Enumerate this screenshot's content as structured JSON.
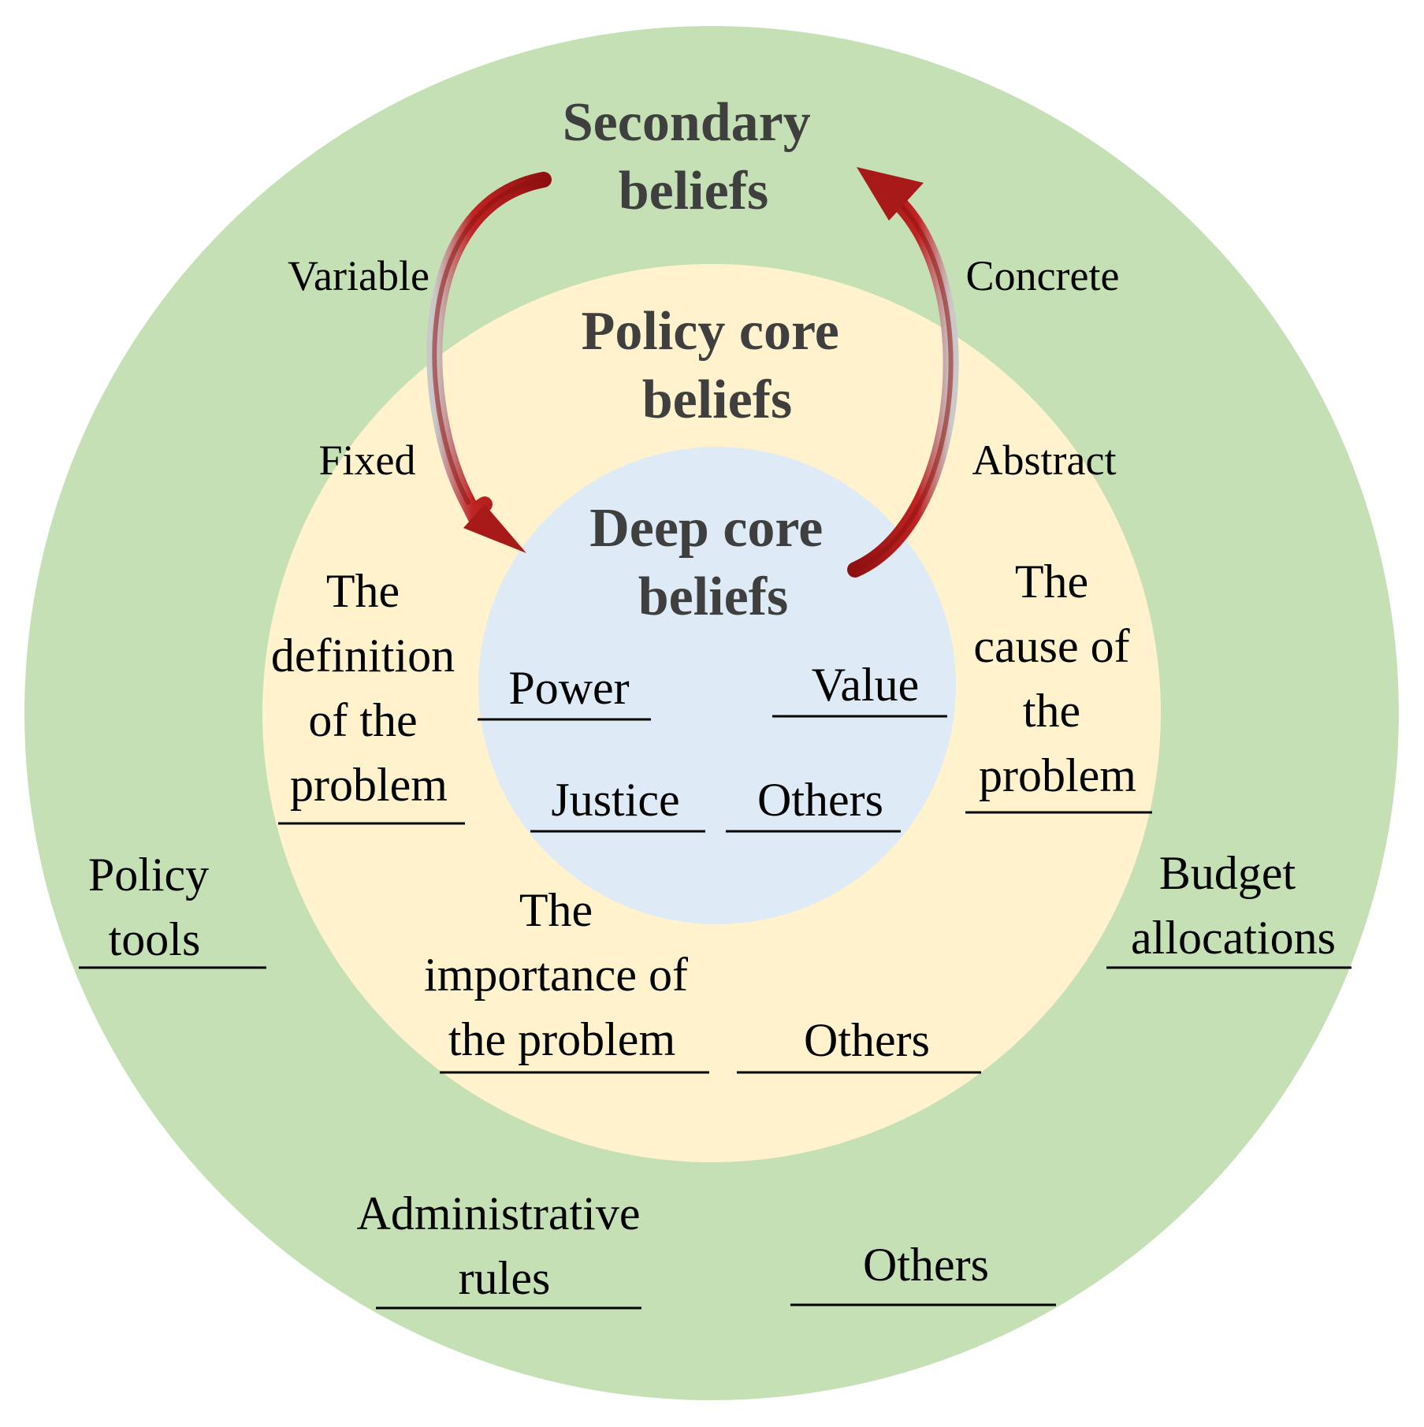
{
  "colors": {
    "outer_ring": "#c5e0b4",
    "middle_ring": "#fff2cc",
    "inner_circle": "#deebf7",
    "arrow": "#a81a1a",
    "title_text": "#3f3f3f"
  },
  "layers": {
    "secondary": {
      "title_lines": [
        "Secondary",
        "beliefs"
      ],
      "items": [
        {
          "lines": [
            "Policy",
            "tools"
          ]
        },
        {
          "lines": [
            "Budget",
            "allocations"
          ]
        },
        {
          "lines": [
            "Administrative",
            "rules"
          ]
        },
        {
          "lines": [
            "Others"
          ]
        }
      ]
    },
    "policy_core": {
      "title_lines": [
        "Policy core",
        "beliefs"
      ],
      "items": [
        {
          "lines": [
            "The",
            "definition",
            "of the",
            "problem"
          ]
        },
        {
          "lines": [
            "The",
            "cause of",
            "the",
            "problem"
          ]
        },
        {
          "lines": [
            "The",
            "importance of",
            "the problem"
          ]
        },
        {
          "lines": [
            "Others"
          ]
        }
      ]
    },
    "deep_core": {
      "title_lines": [
        "Deep core",
        "beliefs"
      ],
      "items": [
        {
          "lines": [
            "Power"
          ]
        },
        {
          "lines": [
            "Value"
          ]
        },
        {
          "lines": [
            "Justice"
          ]
        },
        {
          "lines": [
            "Others"
          ]
        }
      ]
    }
  },
  "arrows": {
    "left": {
      "outer_label": "Variable",
      "inner_label": "Fixed",
      "direction": "secondary-to-deep"
    },
    "right": {
      "outer_label": "Concrete",
      "inner_label": "Abstract",
      "direction": "deep-to-secondary"
    }
  }
}
